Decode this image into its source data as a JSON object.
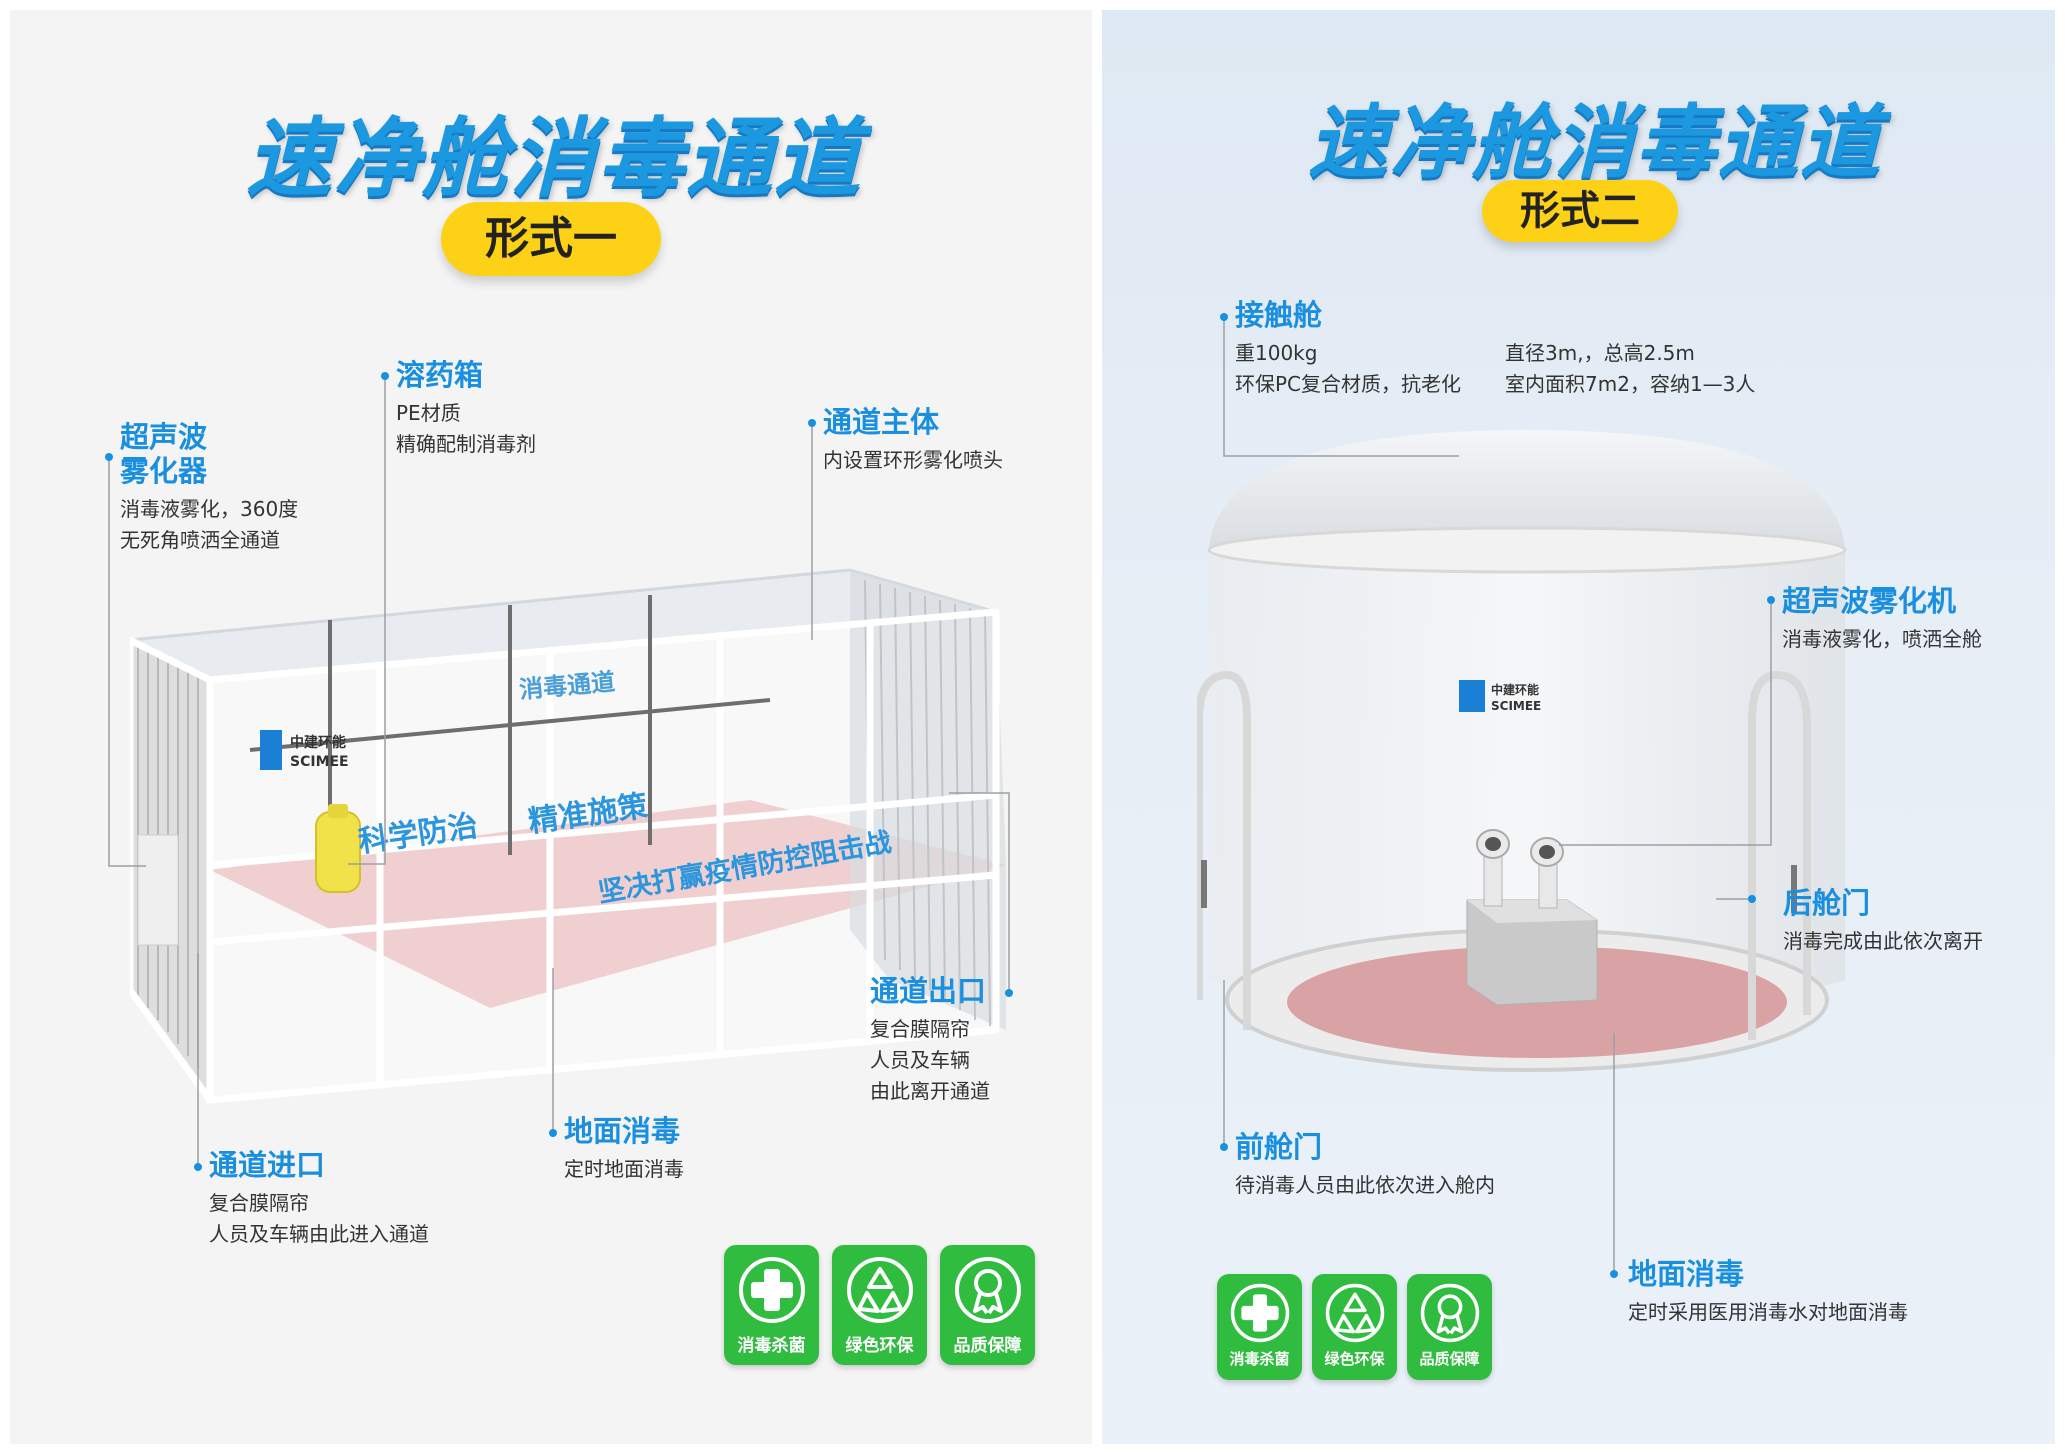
{
  "left": {
    "title": "速净舱消毒通道",
    "subtitle": "形式一",
    "callouts": {
      "atomizer": {
        "title_line1": "超声波",
        "title_line2": "雾化器",
        "desc_line1": "消毒液雾化，360度",
        "desc_line2": "无死角喷洒全通道"
      },
      "tank": {
        "title": "溶药箱",
        "desc_line1": "PE材质",
        "desc_line2": "精确配制消毒剂"
      },
      "body": {
        "title": "通道主体",
        "desc_line1": "内设置环形雾化喷头"
      },
      "exit": {
        "title": "通道出口",
        "desc_line1": "复合膜隔帘",
        "desc_line2": "人员及车辆",
        "desc_line3": "由此离开通道"
      },
      "floor": {
        "title": "地面消毒",
        "desc_line1": "定时地面消毒"
      },
      "entrance": {
        "title": "通道进口",
        "desc_line1": "复合膜隔帘",
        "desc_line2": "人员及车辆由此进入通道"
      }
    },
    "illustration": {
      "logo_cn": "中建环能",
      "logo_en": "SCIMEE",
      "roof_text": "消毒通道",
      "slogan1": "科学防治",
      "slogan2": "精准施策",
      "slogan3": "坚决打赢疫情防控阻击战"
    },
    "badges": [
      {
        "label": "消毒杀菌",
        "icon": "medical-cross-icon"
      },
      {
        "label": "绿色环保",
        "icon": "recycle-icon"
      },
      {
        "label": "品质保障",
        "icon": "award-ribbon-icon"
      }
    ]
  },
  "right": {
    "title": "速净舱消毒通道",
    "subtitle": "形式二",
    "callouts": {
      "cabin": {
        "title": "接触舱",
        "desc_line1": "重100kg",
        "desc_line2": "环保PC复合材质，抗老化",
        "desc_line3": "直径3m,，总高2.5m",
        "desc_line4": "室内面积7m2，容纳1—3人"
      },
      "atomizer": {
        "title": "超声波雾化机",
        "desc_line1": "消毒液雾化，喷洒全舱"
      },
      "rear_door": {
        "title": "后舱门",
        "desc_line1": "消毒完成由此依次离开"
      },
      "front_door": {
        "title": "前舱门",
        "desc_line1": "待消毒人员由此依次进入舱内"
      },
      "floor": {
        "title": "地面消毒",
        "desc_line1": "定时采用医用消毒水对地面消毒"
      }
    },
    "illustration": {
      "logo_cn": "中建环能",
      "logo_en": "SCIMEE"
    },
    "badges": [
      {
        "label": "消毒杀菌",
        "icon": "medical-cross-icon"
      },
      {
        "label": "绿色环保",
        "icon": "recycle-icon"
      },
      {
        "label": "品质保障",
        "icon": "award-ribbon-icon"
      }
    ]
  },
  "colors": {
    "accent_blue": "#1a8fe0",
    "pill_yellow": "#fcd116",
    "badge_green": "#2fbc3f",
    "floor_pink": "#e9b5b8"
  }
}
